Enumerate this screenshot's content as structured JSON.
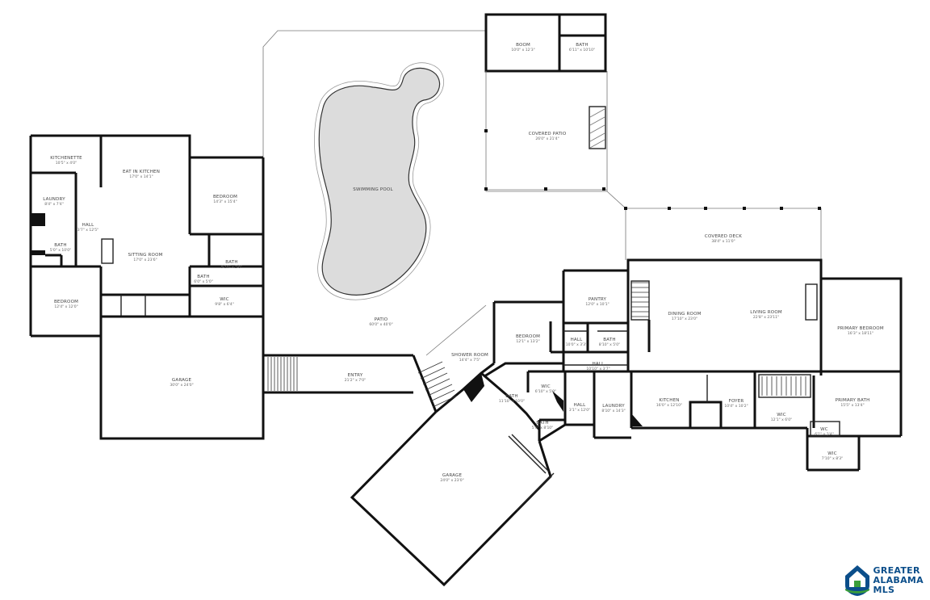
{
  "rooms": [
    {
      "id": "boom",
      "name": "BOOM",
      "dim": "10'0\" x 12'3\""
    },
    {
      "id": "bath-top",
      "name": "BATH",
      "dim": "6'11\" x 10'10\""
    },
    {
      "id": "covered-patio-top",
      "name": "COVERED PATIO",
      "dim": "26'0\" x 21'4\""
    },
    {
      "id": "kitchenette",
      "name": "KITCHENETTE",
      "dim": "10'5\" x 4'0\""
    },
    {
      "id": "eat-in-kitchen",
      "name": "EAT IN KITCHEN",
      "dim": "17'0\" x 14'1\""
    },
    {
      "id": "bedroom-west",
      "name": "BEDROOM",
      "dim": "14'3\" x 15'4\""
    },
    {
      "id": "laundry-west",
      "name": "LAUNDRY",
      "dim": "8'4\" x 7'4\""
    },
    {
      "id": "hall-west",
      "name": "HALL",
      "dim": "3'7\" x 12'5\""
    },
    {
      "id": "bath-west",
      "name": "BATH",
      "dim": "5'0\" x 10'0\""
    },
    {
      "id": "sitting-room",
      "name": "SITTING ROOM",
      "dim": "17'0\" x 23'6\""
    },
    {
      "id": "bath-center",
      "name": "BATH",
      "dim": "9'10\" x 5'6\""
    },
    {
      "id": "bath-small",
      "name": "BATH",
      "dim": "6'0\" x 5'0\""
    },
    {
      "id": "wic-west",
      "name": "WIC",
      "dim": "9'8\" x 6'4\""
    },
    {
      "id": "bedroom-southwest",
      "name": "BEDROOM",
      "dim": "12'4\" x 12'0\""
    },
    {
      "id": "pool",
      "name": "SWIMMING POOL",
      "dim": ""
    },
    {
      "id": "patio",
      "name": "PATIO",
      "dim": "60'0\" x 40'0\""
    },
    {
      "id": "garage-west",
      "name": "GARAGE",
      "dim": "30'0\" x 24'0\""
    },
    {
      "id": "entry",
      "name": "ENTRY",
      "dim": "21'2\" x 7'0\""
    },
    {
      "id": "covered-deck",
      "name": "COVERED DECK",
      "dim": "38'4\" x 11'0\""
    },
    {
      "id": "pantry",
      "name": "PANTRY",
      "dim": "12'0\" x 10'1\""
    },
    {
      "id": "bedroom-center",
      "name": "BEDROOM",
      "dim": "12'1\" x 13'2\""
    },
    {
      "id": "shower-room",
      "name": "SHOWER ROOM",
      "dim": "14'4\" x 7'5\""
    },
    {
      "id": "hall-center",
      "name": "HALL",
      "dim": "10'0\" x 3'3\""
    },
    {
      "id": "bath-center-2",
      "name": "BATH",
      "dim": "8'10\" x 5'0\""
    },
    {
      "id": "dining-room",
      "name": "DINING ROOM",
      "dim": "17'10\" x 23'0\""
    },
    {
      "id": "living-room",
      "name": "LIVING ROOM",
      "dim": "22'8\" x 23'11\""
    },
    {
      "id": "primary-bedroom",
      "name": "PRIMARY BEDROOM",
      "dim": "16'3\" x 18'11\""
    },
    {
      "id": "hall-east",
      "name": "HALL",
      "dim": "10'10\" x 3'7\""
    },
    {
      "id": "bath-mid",
      "name": "BATH",
      "dim": "11'10\" x 10'0\""
    },
    {
      "id": "wic-mid",
      "name": "WIC",
      "dim": "6'10\" x 5'9\""
    },
    {
      "id": "hall-mid",
      "name": "HALL",
      "dim": "3'1\" x 12'0\""
    },
    {
      "id": "laundry-east",
      "name": "LAUNDRY",
      "dim": "8'10\" x 14'3\""
    },
    {
      "id": "kitchen",
      "name": "KITCHEN",
      "dim": "16'0\" x 12'10\""
    },
    {
      "id": "foyer",
      "name": "FOYER",
      "dim": "10'4\" x 10'2\""
    },
    {
      "id": "wic-east",
      "name": "WIC",
      "dim": "12'1\" x 6'0\""
    },
    {
      "id": "primary-bath",
      "name": "PRIMARY BATH",
      "dim": "15'5\" x 13'4\""
    },
    {
      "id": "wc",
      "name": "WC",
      "dim": "6'1\" x 3'4\""
    },
    {
      "id": "wic-south",
      "name": "WIC",
      "dim": "7'10\" x 8'3\""
    },
    {
      "id": "bath-south",
      "name": "BATH",
      "dim": "5'0\" x 8'10\""
    },
    {
      "id": "garage-south",
      "name": "GARAGE",
      "dim": "24'0\" x 23'0\""
    }
  ],
  "logo": {
    "line1": "GREATER",
    "line2": "ALABAMA",
    "line3": "MLS"
  },
  "colors": {
    "wall": "#111111",
    "pool_fill": "#dcdcdc",
    "logo_blue": "#0b4e8a",
    "logo_green": "#3a9e3a"
  }
}
